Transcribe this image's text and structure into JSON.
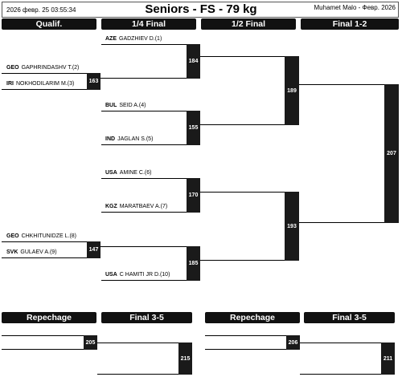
{
  "header": {
    "date": "2026 февр. 25 03:55:34",
    "title": "Seniors - FS - 79 kg",
    "author": "Muhamet Malo - Февр. 2026"
  },
  "columns": {
    "qualif": "Qualif.",
    "quarter": "1/4 Final",
    "semi": "1/2 Final",
    "final": "Final 1-2"
  },
  "athletes": {
    "gadzhiev": {
      "country": "AZE",
      "name": "GADZHIEV D.(1)"
    },
    "gaphrindashv": {
      "country": "GEO",
      "name": "GAPHRINDASHV T.(2)"
    },
    "nokhodilarim": {
      "country": "IRI",
      "name": "NOKHODILARIM M.(3)"
    },
    "seid": {
      "country": "BUL",
      "name": "SEID A.(4)"
    },
    "jaglan": {
      "country": "IND",
      "name": "JAGLAN S.(5)"
    },
    "amine": {
      "country": "USA",
      "name": "AMINE C.(6)"
    },
    "maratbaev": {
      "country": "KGZ",
      "name": "MARATBAEV A.(7)"
    },
    "chkhitunidze": {
      "country": "GEO",
      "name": "CHKHITUNIDZE L.(8)"
    },
    "gulaev": {
      "country": "SVK",
      "name": "GULAEV A.(9)"
    },
    "hamiti": {
      "country": "USA",
      "name": "C HAMITI JR D.(10)"
    }
  },
  "bouts": {
    "b163": "163",
    "b147": "147",
    "b184": "184",
    "b155": "155",
    "b170": "170",
    "b185": "185",
    "b189": "189",
    "b193": "193",
    "b207": "207",
    "b205": "205",
    "b215": "215",
    "b206": "206",
    "b211": "211"
  },
  "repechage": {
    "left_rep": "Repechage",
    "left_final": "Final 3-5",
    "right_rep": "Repechage",
    "right_final": "Final 3-5"
  }
}
